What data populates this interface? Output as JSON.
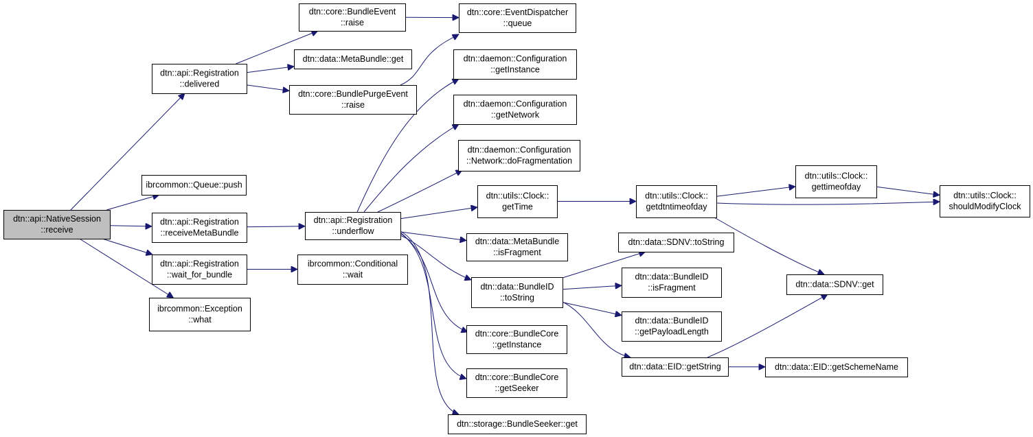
{
  "graph": {
    "nodes": [
      {
        "id": "receive",
        "root": true,
        "lines": [
          "dtn::api::NativeSession",
          "::receive"
        ]
      },
      {
        "id": "delivered",
        "lines": [
          "dtn::api::Registration",
          "::delivered"
        ]
      },
      {
        "id": "queue_push",
        "lines": [
          "ibrcommon::Queue::push"
        ]
      },
      {
        "id": "receiveMetaBundle",
        "lines": [
          "dtn::api::Registration",
          "::receiveMetaBundle"
        ]
      },
      {
        "id": "wait_for_bundle",
        "lines": [
          "dtn::api::Registration",
          "::wait_for_bundle"
        ]
      },
      {
        "id": "exception_what",
        "lines": [
          "ibrcommon::Exception",
          "::what"
        ]
      },
      {
        "id": "bundleevent_raise",
        "lines": [
          "dtn::core::BundleEvent",
          "::raise"
        ]
      },
      {
        "id": "metabundle_get",
        "lines": [
          "dtn::data::MetaBundle::get"
        ]
      },
      {
        "id": "bundlepurgeevent_raise",
        "lines": [
          "dtn::core::BundlePurgeEvent",
          "::raise"
        ]
      },
      {
        "id": "underflow",
        "lines": [
          "dtn::api::Registration",
          "::underflow"
        ]
      },
      {
        "id": "conditional_wait",
        "lines": [
          "ibrcommon::Conditional",
          "::wait"
        ]
      },
      {
        "id": "eventdispatcher_queue",
        "lines": [
          "dtn::core::EventDispatcher",
          "::queue"
        ]
      },
      {
        "id": "config_getinstance",
        "lines": [
          "dtn::daemon::Configuration",
          "::getInstance"
        ]
      },
      {
        "id": "config_getnetwork",
        "lines": [
          "dtn::daemon::Configuration",
          "::getNetwork"
        ]
      },
      {
        "id": "config_dofragmentation",
        "lines": [
          "dtn::daemon::Configuration",
          "::Network::doFragmentation"
        ]
      },
      {
        "id": "clock_gettime",
        "lines": [
          "dtn::utils::Clock::",
          "getTime"
        ]
      },
      {
        "id": "metabundle_isfragment",
        "lines": [
          "dtn::data::MetaBundle",
          "::isFragment"
        ]
      },
      {
        "id": "bundleid_tostring",
        "lines": [
          "dtn::data::BundleID",
          "::toString"
        ]
      },
      {
        "id": "bundlecore_getinstance",
        "lines": [
          "dtn::core::BundleCore",
          "::getInstance"
        ]
      },
      {
        "id": "bundlecore_getseeker",
        "lines": [
          "dtn::core::BundleCore",
          "::getSeeker"
        ]
      },
      {
        "id": "bundleseeker_get",
        "lines": [
          "dtn::storage::BundleSeeker::get"
        ]
      },
      {
        "id": "clock_getdtntimeofday",
        "lines": [
          "dtn::utils::Clock::",
          "getdtntimeofday"
        ]
      },
      {
        "id": "sdnv_tostring",
        "lines": [
          "dtn::data::SDNV::toString"
        ]
      },
      {
        "id": "bundleid_isfragment",
        "lines": [
          "dtn::data::BundleID",
          "::isFragment"
        ]
      },
      {
        "id": "bundleid_getpayloadlength",
        "lines": [
          "dtn::data::BundleID",
          "::getPayloadLength"
        ]
      },
      {
        "id": "eid_getstring",
        "lines": [
          "dtn::data::EID::getString"
        ]
      },
      {
        "id": "clock_gettimeofday",
        "lines": [
          "dtn::utils::Clock::",
          "gettimeofday"
        ]
      },
      {
        "id": "clock_shouldmodifyclock",
        "lines": [
          "dtn::utils::Clock::",
          "shouldModifyClock"
        ]
      },
      {
        "id": "sdnv_get",
        "lines": [
          "dtn::data::SDNV::get"
        ]
      },
      {
        "id": "eid_getschemename",
        "lines": [
          "dtn::data::EID::getSchemeName"
        ]
      }
    ],
    "edges": [
      [
        "receive",
        "delivered"
      ],
      [
        "receive",
        "queue_push"
      ],
      [
        "receive",
        "receiveMetaBundle"
      ],
      [
        "receive",
        "wait_for_bundle"
      ],
      [
        "receive",
        "exception_what"
      ],
      [
        "delivered",
        "bundleevent_raise"
      ],
      [
        "delivered",
        "metabundle_get"
      ],
      [
        "delivered",
        "bundlepurgeevent_raise"
      ],
      [
        "bundleevent_raise",
        "eventdispatcher_queue"
      ],
      [
        "bundlepurgeevent_raise",
        "eventdispatcher_queue"
      ],
      [
        "receiveMetaBundle",
        "underflow"
      ],
      [
        "wait_for_bundle",
        "conditional_wait"
      ],
      [
        "underflow",
        "config_getinstance"
      ],
      [
        "underflow",
        "config_getnetwork"
      ],
      [
        "underflow",
        "config_dofragmentation"
      ],
      [
        "underflow",
        "clock_gettime"
      ],
      [
        "underflow",
        "metabundle_isfragment"
      ],
      [
        "underflow",
        "bundleid_tostring"
      ],
      [
        "underflow",
        "bundlecore_getinstance"
      ],
      [
        "underflow",
        "bundlecore_getseeker"
      ],
      [
        "underflow",
        "bundleseeker_get"
      ],
      [
        "clock_gettime",
        "clock_getdtntimeofday"
      ],
      [
        "clock_getdtntimeofday",
        "clock_gettimeofday"
      ],
      [
        "clock_getdtntimeofday",
        "clock_shouldmodifyclock"
      ],
      [
        "clock_getdtntimeofday",
        "sdnv_get"
      ],
      [
        "clock_gettimeofday",
        "clock_shouldmodifyclock"
      ],
      [
        "bundleid_tostring",
        "sdnv_tostring"
      ],
      [
        "bundleid_tostring",
        "bundleid_isfragment"
      ],
      [
        "bundleid_tostring",
        "bundleid_getpayloadlength"
      ],
      [
        "bundleid_tostring",
        "eid_getstring"
      ],
      [
        "eid_getstring",
        "sdnv_get"
      ],
      [
        "eid_getstring",
        "eid_getschemename"
      ]
    ]
  },
  "colors": {
    "edge": "#191970",
    "node_border": "#000000",
    "node_fill": "#ffffff",
    "root_fill": "#bfbfbf"
  }
}
